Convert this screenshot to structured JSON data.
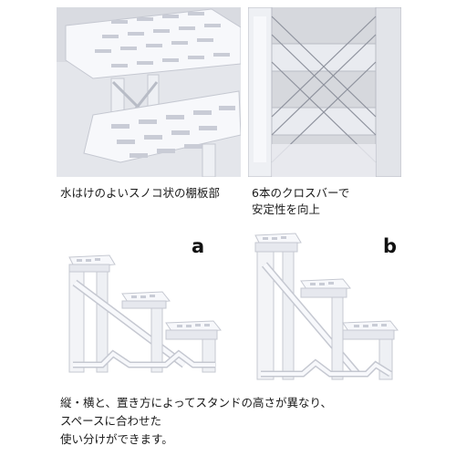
{
  "captions": {
    "shelf_board": "水はけのよいスノコ状の棚板部",
    "cross_bar_line1": "6本のクロスバーで",
    "cross_bar_line2": "安定性を向上",
    "bottom_line1": "縦・横と、置き方によってスタンドの高さが異なり、",
    "bottom_line2": "スペースに合わせた",
    "bottom_line3": "使い分けができます。"
  },
  "variants": {
    "a": "a",
    "b": "b"
  },
  "colors": {
    "background": "#ffffff",
    "text": "#1a1a1a",
    "plastic_white": "#f7f8fb",
    "plastic_shadow": "#c9ccd6",
    "photo_bg_light": "#eef0f4",
    "photo_bg_gray": "#d6d8dd"
  }
}
